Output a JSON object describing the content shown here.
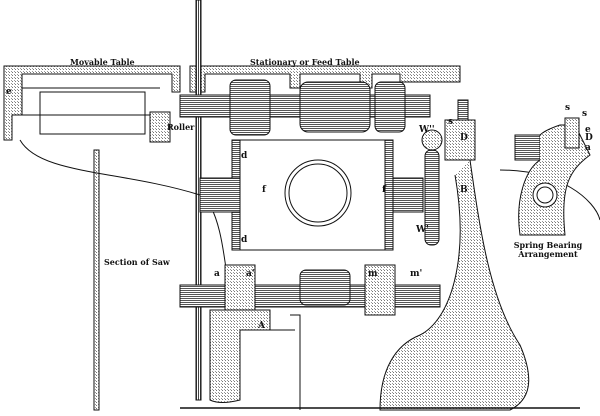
{
  "labels": {
    "movable_table": "Movable Table",
    "feed_table": "Stationary or Feed Table",
    "roller": "Roller",
    "section_of_saw": "Section of Saw",
    "spring_bearing_line1": "Spring Bearing",
    "spring_bearing_line2": "Arrangement"
  },
  "letters": {
    "e": "e",
    "d_top": "d",
    "d_bottom": "d",
    "f_left": "f",
    "f_right": "f",
    "w2": "W''",
    "w1": "W'",
    "s": "s",
    "D": "D",
    "B": "B",
    "a": "a",
    "a1": "a'",
    "m": "m",
    "m1": "m'",
    "A": "A",
    "sb_s1": "s",
    "sb_s2": "s",
    "sb_e": "e",
    "sb_D": "D",
    "sb_a": "a"
  }
}
